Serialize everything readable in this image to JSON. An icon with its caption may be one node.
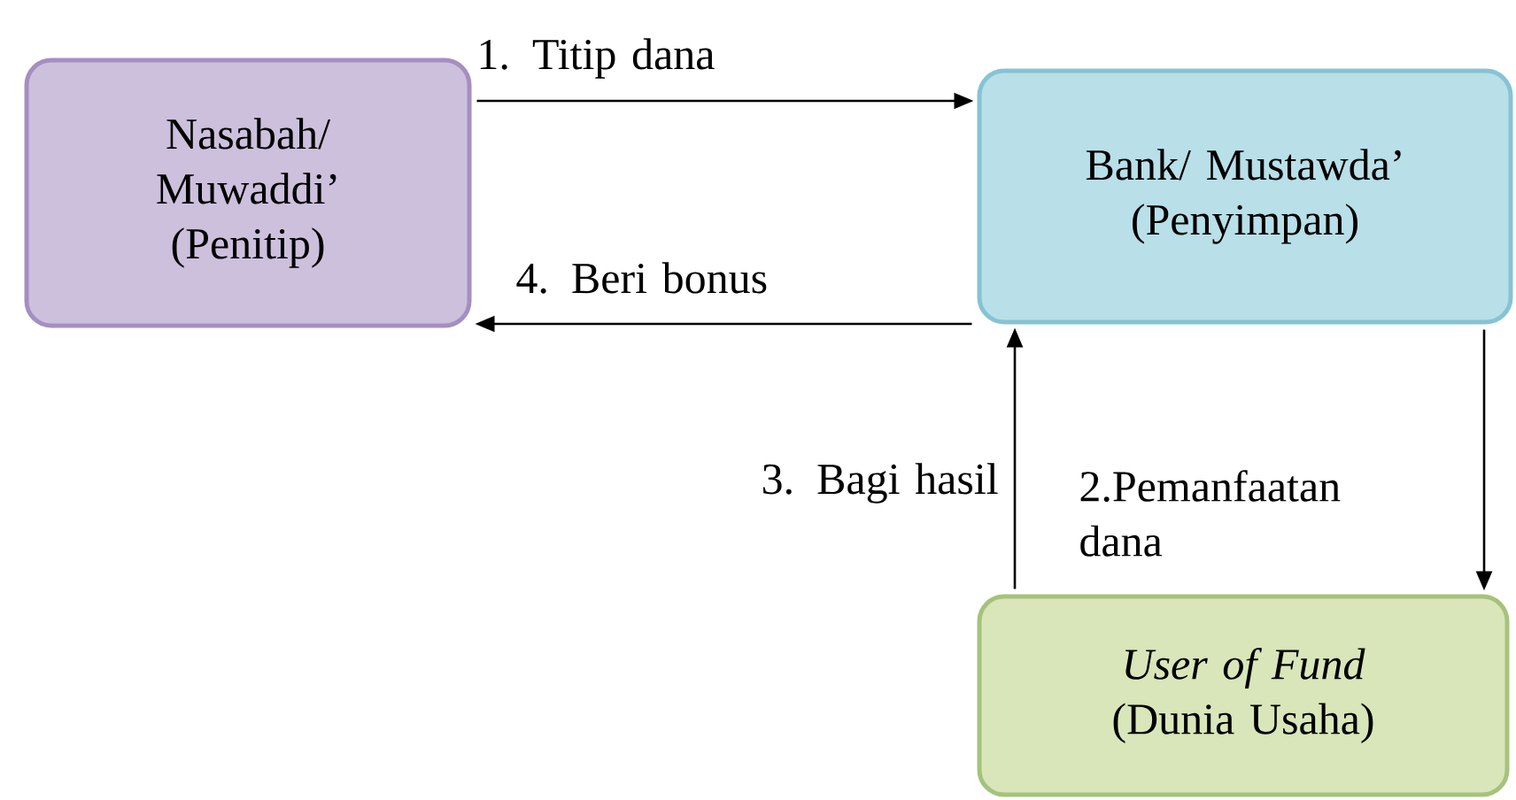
{
  "diagram": {
    "nodes": [
      {
        "text": [
          "Nasabah/ Muwaddi’ (Penitip)"
        ]
      },
      {
        "text": [
          "Bank/ Mustawda’ (Penyimpan)"
        ]
      },
      {
        "text": [
          "*User of Fund* (Dunia Usaha)"
        ]
      }
    ],
    "edges": [
      {
        "from": 0,
        "to": 1,
        "arrow": "to",
        "label": "1. Titip dana"
      },
      {
        "from": 1,
        "to": 2,
        "arrow": "to",
        "label": "2.Pemanfaatan dana"
      },
      {
        "from": 2,
        "to": 1,
        "arrow": "to",
        "label": "3. Bagi hasil"
      },
      {
        "from": 1,
        "to": 0,
        "arrow": "to",
        "label": "4. Beri bonus"
      }
    ]
  }
}
